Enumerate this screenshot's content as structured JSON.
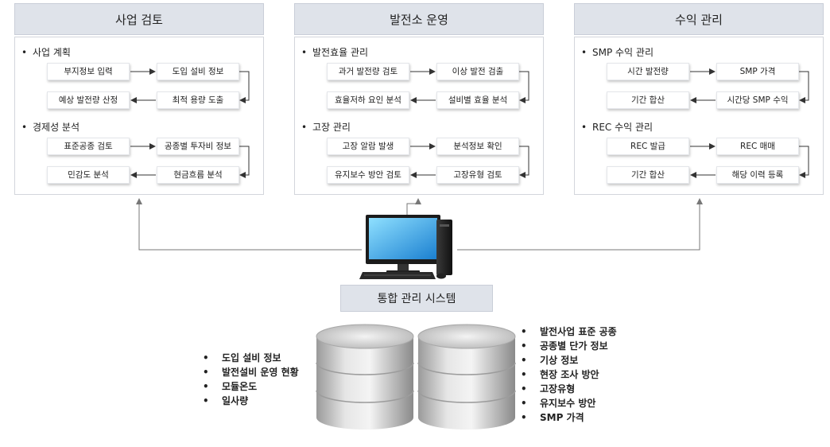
{
  "panels": [
    {
      "title": "사업 검토",
      "sections": [
        {
          "title": "사업 계획",
          "steps": [
            "부지정보 입력",
            "도입 설비 정보",
            "예상 발전량 산정",
            "최적 용량 도출"
          ]
        },
        {
          "title": "경제성 분석",
          "steps": [
            "표준공종 검토",
            "공종별 투자비 정보",
            "민감도 분석",
            "현금흐름 분석"
          ]
        }
      ]
    },
    {
      "title": "발전소 운영",
      "sections": [
        {
          "title": "발전효율 관리",
          "steps": [
            "과거 발전량 검토",
            "이상 발전 검출",
            "효율저하 요인 분석",
            "설비별 효율 분석"
          ]
        },
        {
          "title": "고장 관리",
          "steps": [
            "고장 알람 발생",
            "분석정보 확인",
            "유지보수 방안 검토",
            "고장유형 검토"
          ]
        }
      ]
    },
    {
      "title": "수익 관리",
      "sections": [
        {
          "title": "SMP 수익 관리",
          "steps": [
            "시간 발전량",
            "SMP 가격",
            "기간 합산",
            "시간당 SMP 수익"
          ]
        },
        {
          "title": "REC 수익 관리",
          "steps": [
            "REC 발급",
            "REC 매매",
            "기간 합산",
            "해당 이력 등록"
          ]
        }
      ]
    }
  ],
  "system": {
    "label": "통합 관리 시스템"
  },
  "bullet_char": "•",
  "db_left_items": [
    "도입 설비 정보",
    "발전설비 운영 현황",
    "모듈온도",
    "일사량"
  ],
  "db_right_items": [
    "발전사업 표준 공종",
    "공종별 단가 정보",
    "기상 정보",
    "현장 조사 방안",
    "고장유형",
    "유지보수 방안",
    "SMP 가격"
  ]
}
